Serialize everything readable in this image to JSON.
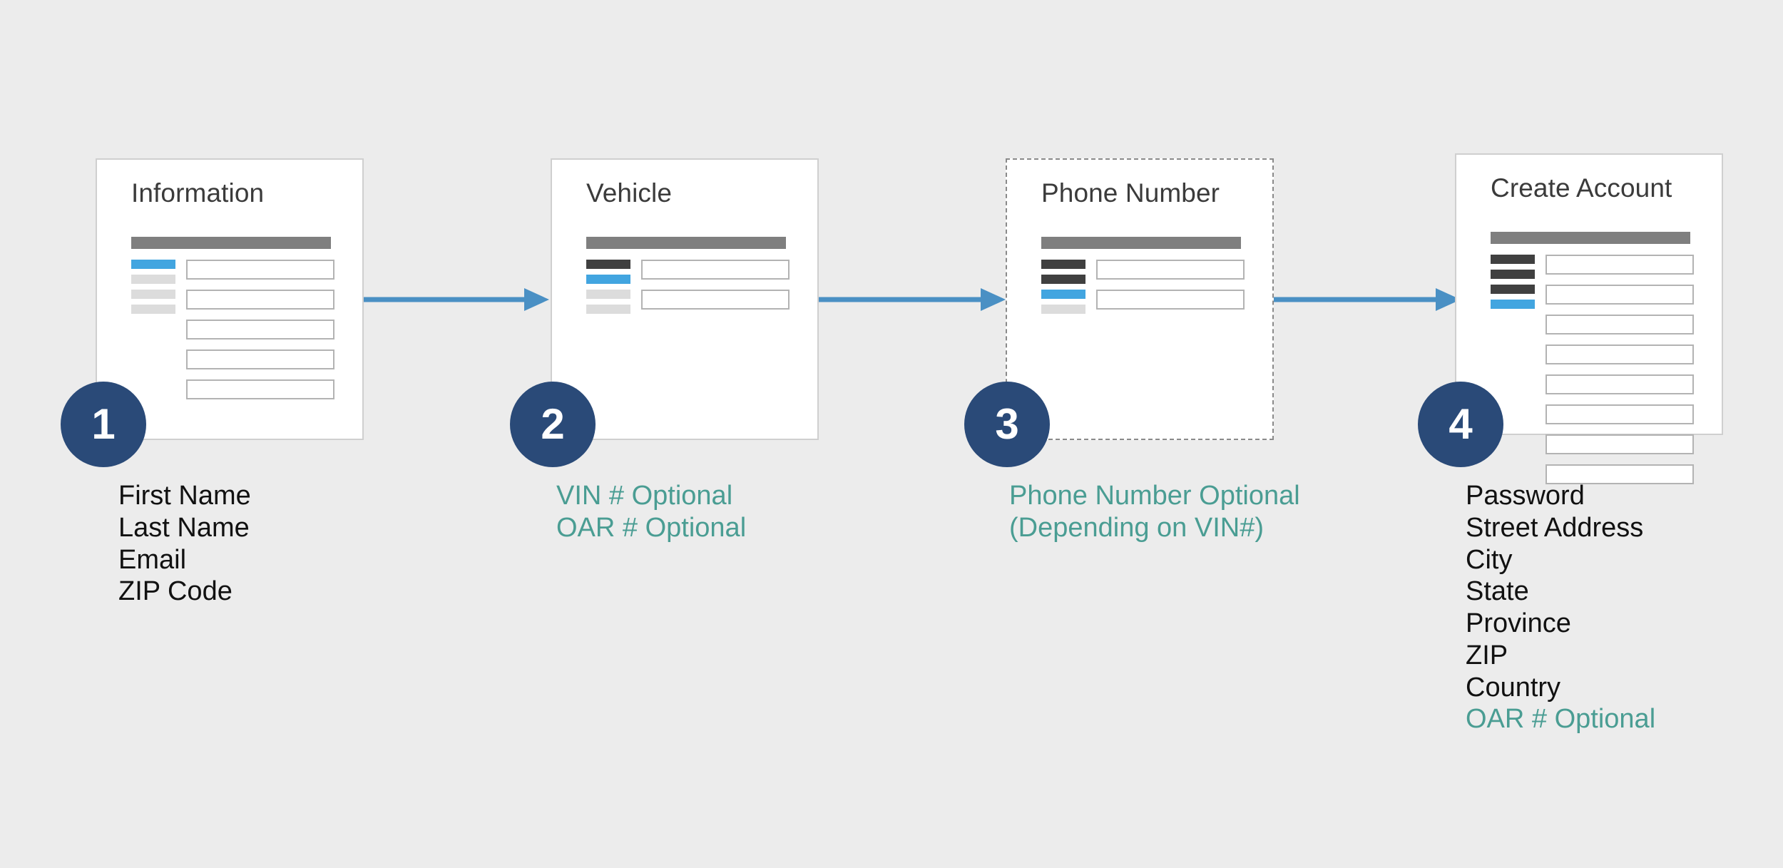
{
  "background_color": "#ececec",
  "colors": {
    "circle_navy": "#2a4a78",
    "arrow_blue": "#4a90c4",
    "accent_blue": "#42a5e0",
    "bar_dark": "#404040",
    "bar_gray": "#dcdcdc",
    "header_bar": "#7f7f7f",
    "optional_teal": "#4a9d93",
    "label_black": "#111111",
    "card_border": "#cfcfcf",
    "card_border_dashed": "#8a8a8a"
  },
  "steps": [
    {
      "number": "1",
      "card_title": "Information",
      "border_style": "solid",
      "sidebar_bars": [
        "blue",
        "gray",
        "gray",
        "gray"
      ],
      "field_count": 5,
      "labels": [
        {
          "text": "First Name",
          "optional": false
        },
        {
          "text": "Last Name",
          "optional": false
        },
        {
          "text": "Email",
          "optional": false
        },
        {
          "text": "ZIP Code",
          "optional": false
        }
      ]
    },
    {
      "number": "2",
      "card_title": "Vehicle",
      "border_style": "solid",
      "sidebar_bars": [
        "dark",
        "blue",
        "gray",
        "gray"
      ],
      "field_count": 2,
      "labels": [
        {
          "text": "VIN # Optional",
          "optional": true
        },
        {
          "text": "OAR # Optional",
          "optional": true
        }
      ]
    },
    {
      "number": "3",
      "card_title": "Phone Number",
      "border_style": "dashed",
      "sidebar_bars": [
        "dark",
        "dark",
        "blue",
        "gray"
      ],
      "field_count": 2,
      "labels": [
        {
          "text": "Phone Number Optional",
          "optional": true
        },
        {
          "text": "(Depending on VIN#)",
          "optional": true
        }
      ]
    },
    {
      "number": "4",
      "card_title": "Create Account",
      "border_style": "solid",
      "sidebar_bars": [
        "dark",
        "dark",
        "dark",
        "blue"
      ],
      "field_count": 8,
      "labels": [
        {
          "text": "Password",
          "optional": false
        },
        {
          "text": "Street Address",
          "optional": false
        },
        {
          "text": "City",
          "optional": false
        },
        {
          "text": "State",
          "optional": false
        },
        {
          "text": "Province",
          "optional": false
        },
        {
          "text": "ZIP",
          "optional": false
        },
        {
          "text": "Country",
          "optional": false
        },
        {
          "text": "OAR # Optional",
          "optional": true
        }
      ]
    }
  ],
  "arrows": [
    {
      "from_step": "1",
      "to_step": "2",
      "direction": "right"
    },
    {
      "from_step": "2",
      "to_step": "3",
      "direction": "right"
    },
    {
      "from_step": "3",
      "to_step": "4",
      "direction": "right"
    }
  ]
}
